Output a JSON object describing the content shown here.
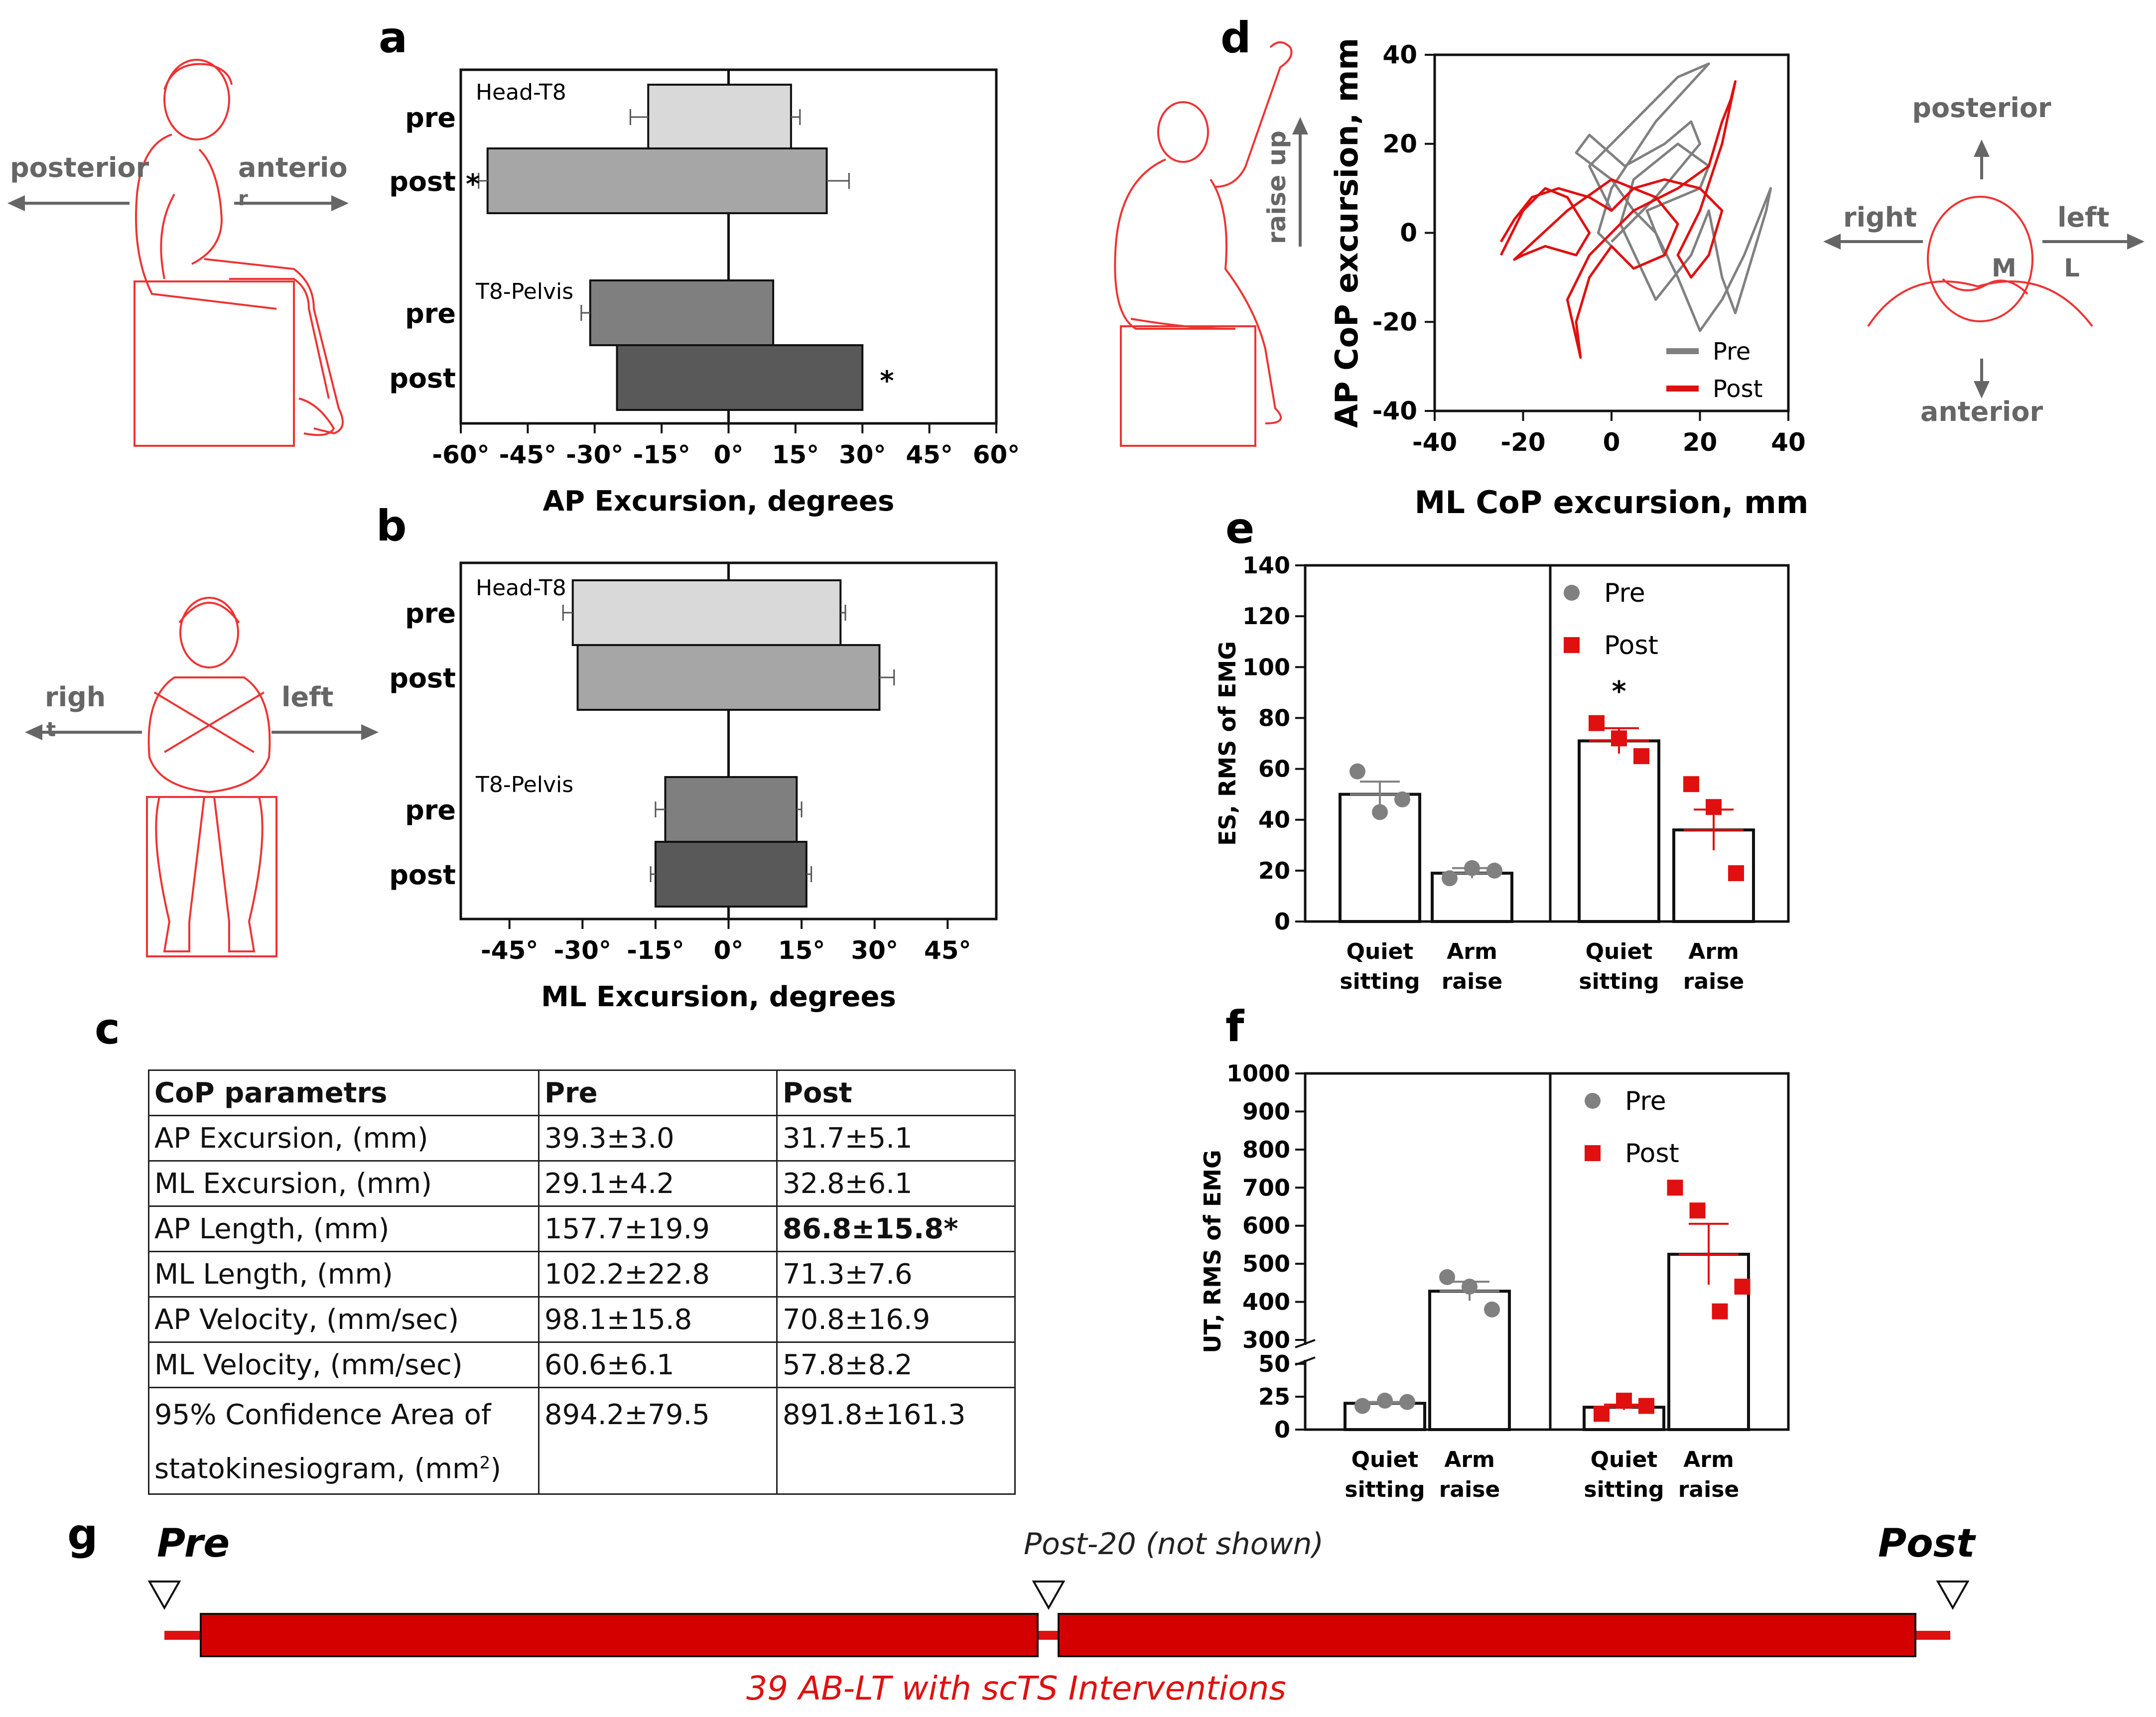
{
  "panel_letters": {
    "a": "a",
    "b": "b",
    "c": "c",
    "d": "d",
    "e": "e",
    "f": "f",
    "g": "g"
  },
  "figure_a": {
    "directions": {
      "left": "posterior",
      "right": "anterio",
      "right_cont": "r"
    }
  },
  "figure_b": {
    "directions": {
      "left": "righ",
      "left_cont": "t",
      "right": "left"
    }
  },
  "figure_d": {
    "arrow_label": "raise up",
    "head_directions": {
      "top": "posterior",
      "bottom": "anterior",
      "left": "right",
      "right": "left",
      "m": "M",
      "l": "L"
    }
  },
  "table": {
    "headers": [
      "CoP parametrs",
      "Pre",
      "Post"
    ],
    "rows": [
      [
        "AP Excursion, (mm)",
        "39.3±3.0",
        "31.7±5.1"
      ],
      [
        "ML Excursion, (mm)",
        "29.1±4.2",
        "32.8±6.1"
      ],
      [
        "AP Length, (mm)",
        "157.7±19.9",
        "86.8±15.8*"
      ],
      [
        "ML Length,  (mm)",
        "102.2±22.8",
        "71.3±7.6"
      ],
      [
        "AP Velocity, (mm/sec)",
        "98.1±15.8",
        "70.8±16.9"
      ],
      [
        "ML Velocity, (mm/sec)",
        "60.6±6.1",
        "57.8±8.2"
      ]
    ],
    "last_row": {
      "label_line1": "95% Confidence Area of",
      "label_line2": "statokinesiogram, (mm",
      "label_sup": "2",
      "label_close": ")",
      "pre": "894.2±79.5",
      "post": "891.8±161.3"
    }
  },
  "timeline": {
    "pre_label": "Pre",
    "mid_label": "Post-20 (not shown)",
    "post_label": "Post",
    "bottom_label": "39 AB-LT with scTS Interventions"
  },
  "colors": {
    "red": "#e01010",
    "grey": "#808080",
    "dark": "#222222",
    "figure_red": "#e33"
  },
  "chart_data": [
    {
      "panel": "a",
      "type": "bar",
      "orientation": "horizontal",
      "xlabel": "AP Excursion, degrees",
      "xticks": [
        "-60°",
        "-45°",
        "-30°",
        "-15°",
        "0°",
        "15°",
        "30°",
        "45°",
        "60°"
      ],
      "xlim": [
        -60,
        60
      ],
      "groups": [
        {
          "name": "Head-T8",
          "bars": [
            {
              "label": "pre",
              "min": -18,
              "max": 14,
              "err_min": -22,
              "err_max": 16,
              "fill": "#d9d9d9",
              "star": ""
            },
            {
              "label": "post",
              "min": -54,
              "max": 22,
              "err_min": -56,
              "err_max": 27,
              "fill": "#a6a6a6",
              "star": "*"
            }
          ]
        },
        {
          "name": "T8-Pelvis",
          "bars": [
            {
              "label": "pre",
              "min": -31,
              "max": 10,
              "err_min": -33,
              "err_max": 10,
              "fill": "#7f7f7f",
              "star": ""
            },
            {
              "label": "post",
              "min": -25,
              "max": 30,
              "err_min": -25,
              "err_max": 30,
              "fill": "#595959",
              "star": "*"
            }
          ]
        }
      ]
    },
    {
      "panel": "b",
      "type": "bar",
      "orientation": "horizontal",
      "xlabel": "ML Excursion, degrees",
      "xticks": [
        "-45°",
        "-30°",
        "-15°",
        "0°",
        "15°",
        "30°",
        "45°"
      ],
      "xlim": [
        -55,
        55
      ],
      "groups": [
        {
          "name": "Head-T8",
          "bars": [
            {
              "label": "pre",
              "min": -32,
              "max": 23,
              "err_min": -34,
              "err_max": 24
            },
            {
              "label": "post",
              "min": -31,
              "max": 31,
              "err_min": -31,
              "err_max": 34
            }
          ]
        },
        {
          "name": "T8-Pelvis",
          "bars": [
            {
              "label": "pre",
              "min": -13,
              "max": 14,
              "err_min": -15,
              "err_max": 15
            },
            {
              "label": "post",
              "min": -15,
              "max": 16,
              "err_min": -16,
              "err_max": 17
            }
          ]
        }
      ]
    },
    {
      "panel": "d",
      "type": "line",
      "xlabel": "ML CoP excursion, mm",
      "ylabel": "AP CoP excursion, mm",
      "xlim": [
        -40,
        40
      ],
      "ylim": [
        -40,
        40
      ],
      "xticks": [
        "-40",
        "-20",
        "0",
        "20",
        "40"
      ],
      "yticks": [
        "-40",
        "-20",
        "0",
        "20",
        "40"
      ],
      "legend": "bottom-right",
      "series": [
        {
          "name": "Pre",
          "color": "#808080",
          "points": [
            [
              0,
              5
            ],
            [
              -5,
              15
            ],
            [
              2,
              22
            ],
            [
              15,
              35
            ],
            [
              22,
              38
            ],
            [
              10,
              25
            ],
            [
              0,
              10
            ],
            [
              -3,
              0
            ],
            [
              5,
              -8
            ],
            [
              12,
              -5
            ],
            [
              8,
              5
            ],
            [
              20,
              10
            ],
            [
              22,
              15
            ],
            [
              15,
              20
            ],
            [
              5,
              12
            ],
            [
              2,
              2
            ],
            [
              10,
              -15
            ],
            [
              18,
              -5
            ],
            [
              22,
              5
            ],
            [
              25,
              -10
            ],
            [
              28,
              -18
            ],
            [
              35,
              5
            ],
            [
              36,
              10
            ],
            [
              30,
              -5
            ],
            [
              25,
              -15
            ],
            [
              20,
              -22
            ],
            [
              15,
              -10
            ],
            [
              10,
              0
            ],
            [
              5,
              5
            ],
            [
              0,
              12
            ],
            [
              -8,
              18
            ],
            [
              -5,
              22
            ],
            [
              3,
              15
            ],
            [
              12,
              20
            ],
            [
              18,
              25
            ],
            [
              20,
              20
            ],
            [
              10,
              8
            ],
            [
              0,
              -2
            ]
          ]
        },
        {
          "name": "Post",
          "color": "#e01010",
          "points": [
            [
              -25,
              -5
            ],
            [
              -20,
              5
            ],
            [
              -15,
              10
            ],
            [
              -10,
              8
            ],
            [
              -5,
              0
            ],
            [
              -8,
              -5
            ],
            [
              -15,
              -3
            ],
            [
              -20,
              -5
            ],
            [
              -22,
              -6
            ],
            [
              -10,
              5
            ],
            [
              0,
              12
            ],
            [
              10,
              8
            ],
            [
              15,
              2
            ],
            [
              12,
              -5
            ],
            [
              5,
              -8
            ],
            [
              0,
              -3
            ],
            [
              -5,
              -10
            ],
            [
              -8,
              -20
            ],
            [
              -7,
              -28
            ],
            [
              -10,
              -15
            ],
            [
              -5,
              -5
            ],
            [
              5,
              5
            ],
            [
              15,
              10
            ],
            [
              22,
              15
            ],
            [
              25,
              25
            ],
            [
              27,
              30
            ],
            [
              28,
              34
            ],
            [
              25,
              20
            ],
            [
              20,
              5
            ],
            [
              15,
              -5
            ],
            [
              18,
              -10
            ],
            [
              22,
              -5
            ],
            [
              25,
              5
            ],
            [
              20,
              10
            ],
            [
              12,
              12
            ],
            [
              5,
              10
            ],
            [
              0,
              5
            ],
            [
              -5,
              8
            ],
            [
              -12,
              10
            ],
            [
              -18,
              8
            ],
            [
              -22,
              3
            ],
            [
              -25,
              -2
            ]
          ]
        }
      ]
    },
    {
      "panel": "e",
      "type": "bar",
      "ylabel": "ES, RMS of EMG",
      "ylim": [
        0,
        140
      ],
      "yticks": [
        "0",
        "20",
        "40",
        "60",
        "80",
        "100",
        "120",
        "140"
      ],
      "categories": [
        [
          "Quiet",
          "sitting"
        ],
        [
          "Arm",
          "raise"
        ],
        [
          "Quiet",
          "sitting"
        ],
        [
          "Arm",
          "raise"
        ]
      ],
      "legend": [
        "Pre",
        "Post"
      ],
      "series": [
        {
          "name": "Pre",
          "color": "#808080",
          "values": [
            50,
            19
          ],
          "sem": [
            5,
            2
          ],
          "points": [
            [
              59,
              43,
              48
            ],
            [
              17,
              21,
              20
            ]
          ]
        },
        {
          "name": "Post",
          "color": "#e01010",
          "values": [
            71,
            36
          ],
          "sem": [
            5,
            8
          ],
          "points": [
            [
              78,
              72,
              65
            ],
            [
              54,
              45,
              19
            ]
          ]
        }
      ],
      "stars": [
        "",
        "",
        "*",
        ""
      ]
    },
    {
      "panel": "f",
      "type": "bar",
      "ylabel": "UT, RMS of EMG",
      "yticks_lower": [
        "0",
        "25",
        "50"
      ],
      "yticks_upper": [
        "300",
        "400",
        "500",
        "600",
        "700",
        "800",
        "900",
        "1000"
      ],
      "categories": [
        [
          "Quiet",
          "sitting"
        ],
        [
          "Arm",
          "raise"
        ],
        [
          "Quiet",
          "sitting"
        ],
        [
          "Arm",
          "raise"
        ]
      ],
      "legend": [
        "Pre",
        "Post"
      ],
      "series": [
        {
          "name": "Pre",
          "color": "#808080",
          "values": [
            20,
            428
          ],
          "sem": [
            1,
            25
          ],
          "points": [
            [
              18,
              22,
              21
            ],
            [
              465,
              440,
              380
            ]
          ]
        },
        {
          "name": "Post",
          "color": "#e01010",
          "values": [
            17,
            525
          ],
          "sem": [
            2,
            80
          ],
          "points": [
            [
              12,
              22,
              18
            ],
            [
              700,
              640,
              375,
              440
            ]
          ]
        }
      ]
    }
  ]
}
